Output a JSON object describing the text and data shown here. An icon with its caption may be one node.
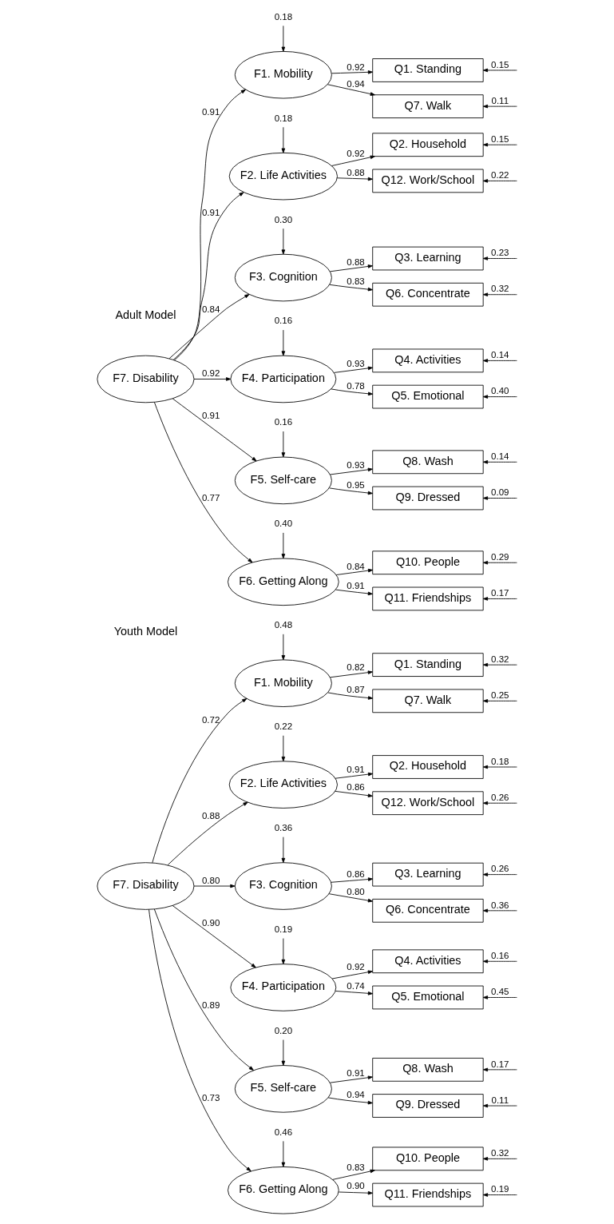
{
  "diagram": {
    "nodes": [
      {
        "text": [
          "F7. Disability"
        ]
      },
      {
        "text": [
          "F1. Mobility"
        ]
      },
      {
        "text": [
          "F2. Life Activities"
        ]
      },
      {
        "text": [
          "F3. Cognition"
        ]
      },
      {
        "text": [
          "F4. Participation"
        ]
      },
      {
        "text": [
          "F5. Self-care"
        ]
      },
      {
        "text": [
          "F6. Getting Along"
        ]
      },
      {
        "text": [
          "Q1. Standing"
        ]
      },
      {
        "text": [
          "Q7. Walk"
        ]
      },
      {
        "text": [
          "Q2. Household"
        ]
      },
      {
        "text": [
          "Q12. Work/School"
        ]
      },
      {
        "text": [
          "Q3. Learning"
        ]
      },
      {
        "text": [
          "Q6. Concentrate"
        ]
      },
      {
        "text": [
          "Q4. Activities"
        ]
      },
      {
        "text": [
          "Q5. Emotional"
        ]
      },
      {
        "text": [
          "Q8. Wash"
        ]
      },
      {
        "text": [
          "Q9. Dressed"
        ]
      },
      {
        "text": [
          "Q10. People"
        ]
      },
      {
        "text": [
          "Q11. Friendships"
        ]
      },
      {
        "text": [
          "F7. Disability"
        ]
      },
      {
        "text": [
          "F1. Mobility"
        ]
      },
      {
        "text": [
          "F2. Life Activities"
        ]
      },
      {
        "text": [
          "F3. Cognition"
        ]
      },
      {
        "text": [
          "F4. Participation"
        ]
      },
      {
        "text": [
          "F5. Self-care"
        ]
      },
      {
        "text": [
          "F6. Getting Along"
        ]
      },
      {
        "text": [
          "Q1. Standing"
        ]
      },
      {
        "text": [
          "Q7. Walk"
        ]
      },
      {
        "text": [
          "Q2. Household"
        ]
      },
      {
        "text": [
          "Q12. Work/School"
        ]
      },
      {
        "text": [
          "Q3. Learning"
        ]
      },
      {
        "text": [
          "Q6. Concentrate"
        ]
      },
      {
        "text": [
          "Q4. Activities"
        ]
      },
      {
        "text": [
          "Q5. Emotional"
        ]
      },
      {
        "text": [
          "Q8. Wash"
        ]
      },
      {
        "text": [
          "Q9. Dressed"
        ]
      },
      {
        "text": [
          "Q10. People"
        ]
      },
      {
        "text": [
          "Q11. Friendships"
        ]
      }
    ],
    "edges": [
      {
        "from": 0,
        "to": 1,
        "arrow": "to",
        "label": "0.91"
      },
      {
        "from": 0,
        "to": 2,
        "arrow": "to",
        "label": "0.91"
      },
      {
        "from": 0,
        "to": 3,
        "arrow": "to",
        "label": "0.84"
      },
      {
        "from": 0,
        "to": 4,
        "arrow": "to",
        "label": "0.92"
      },
      {
        "from": 0,
        "to": 5,
        "arrow": "to",
        "label": "0.91"
      },
      {
        "from": 0,
        "to": 6,
        "arrow": "to",
        "label": "0.77"
      },
      {
        "from": null,
        "to": 1,
        "arrow": "to",
        "label": "0.18"
      },
      {
        "from": null,
        "to": 2,
        "arrow": "to",
        "label": "0.18"
      },
      {
        "from": null,
        "to": 3,
        "arrow": "to",
        "label": "0.30"
      },
      {
        "from": null,
        "to": 4,
        "arrow": "to",
        "label": "0.16"
      },
      {
        "from": null,
        "to": 5,
        "arrow": "to",
        "label": "0.16"
      },
      {
        "from": null,
        "to": 6,
        "arrow": "to",
        "label": "0.40"
      },
      {
        "from": 1,
        "to": 7,
        "arrow": "to",
        "label": "0.92"
      },
      {
        "from": 1,
        "to": 8,
        "arrow": "to",
        "label": "0.94"
      },
      {
        "from": 2,
        "to": 9,
        "arrow": "to",
        "label": "0.92"
      },
      {
        "from": 2,
        "to": 10,
        "arrow": "to",
        "label": "0.88"
      },
      {
        "from": 3,
        "to": 11,
        "arrow": "to",
        "label": "0.88"
      },
      {
        "from": 3,
        "to": 12,
        "arrow": "to",
        "label": "0.83"
      },
      {
        "from": 4,
        "to": 13,
        "arrow": "to",
        "label": "0.93"
      },
      {
        "from": 4,
        "to": 14,
        "arrow": "to",
        "label": "0.78"
      },
      {
        "from": 5,
        "to": 15,
        "arrow": "to",
        "label": "0.93"
      },
      {
        "from": 5,
        "to": 16,
        "arrow": "to",
        "label": "0.95"
      },
      {
        "from": 6,
        "to": 17,
        "arrow": "to",
        "label": "0.84"
      },
      {
        "from": 6,
        "to": 18,
        "arrow": "to",
        "label": "0.91"
      },
      {
        "from": null,
        "to": 7,
        "arrow": "to",
        "label": "0.15"
      },
      {
        "from": null,
        "to": 8,
        "arrow": "to",
        "label": "0.11"
      },
      {
        "from": null,
        "to": 9,
        "arrow": "to",
        "label": "0.15"
      },
      {
        "from": null,
        "to": 10,
        "arrow": "to",
        "label": "0.22"
      },
      {
        "from": null,
        "to": 11,
        "arrow": "to",
        "label": "0.23"
      },
      {
        "from": null,
        "to": 12,
        "arrow": "to",
        "label": "0.32"
      },
      {
        "from": null,
        "to": 13,
        "arrow": "to",
        "label": "0.14"
      },
      {
        "from": null,
        "to": 14,
        "arrow": "to",
        "label": "0.40"
      },
      {
        "from": null,
        "to": 15,
        "arrow": "to",
        "label": "0.14"
      },
      {
        "from": null,
        "to": 16,
        "arrow": "to",
        "label": "0.09"
      },
      {
        "from": null,
        "to": 17,
        "arrow": "to",
        "label": "0.29"
      },
      {
        "from": null,
        "to": 18,
        "arrow": "to",
        "label": "0.17"
      },
      {
        "from": 19,
        "to": 20,
        "arrow": "to",
        "label": "0.72"
      },
      {
        "from": 19,
        "to": 21,
        "arrow": "to",
        "label": "0.88"
      },
      {
        "from": 19,
        "to": 22,
        "arrow": "to",
        "label": "0.80"
      },
      {
        "from": 19,
        "to": 23,
        "arrow": "to",
        "label": "0.90"
      },
      {
        "from": 19,
        "to": 24,
        "arrow": "to",
        "label": "0.89"
      },
      {
        "from": 19,
        "to": 25,
        "arrow": "to",
        "label": "0.73"
      },
      {
        "from": null,
        "to": 20,
        "arrow": "to",
        "label": "0.48"
      },
      {
        "from": null,
        "to": 21,
        "arrow": "to",
        "label": "0.22"
      },
      {
        "from": null,
        "to": 22,
        "arrow": "to",
        "label": "0.36"
      },
      {
        "from": null,
        "to": 23,
        "arrow": "to",
        "label": "0.19"
      },
      {
        "from": null,
        "to": 24,
        "arrow": "to",
        "label": "0.20"
      },
      {
        "from": null,
        "to": 25,
        "arrow": "to",
        "label": "0.46"
      },
      {
        "from": 20,
        "to": 26,
        "arrow": "to",
        "label": "0.82"
      },
      {
        "from": 20,
        "to": 27,
        "arrow": "to",
        "label": "0.87"
      },
      {
        "from": 21,
        "to": 28,
        "arrow": "to",
        "label": "0.91"
      },
      {
        "from": 21,
        "to": 29,
        "arrow": "to",
        "label": "0.86"
      },
      {
        "from": 22,
        "to": 30,
        "arrow": "to",
        "label": "0.86"
      },
      {
        "from": 22,
        "to": 31,
        "arrow": "to",
        "label": "0.80"
      },
      {
        "from": 23,
        "to": 32,
        "arrow": "to",
        "label": "0.92"
      },
      {
        "from": 23,
        "to": 33,
        "arrow": "to",
        "label": "0.74"
      },
      {
        "from": 24,
        "to": 34,
        "arrow": "to",
        "label": "0.91"
      },
      {
        "from": 24,
        "to": 35,
        "arrow": "to",
        "label": "0.94"
      },
      {
        "from": 25,
        "to": 36,
        "arrow": "to",
        "label": "0.83"
      },
      {
        "from": 25,
        "to": 37,
        "arrow": "to",
        "label": "0.90"
      },
      {
        "from": null,
        "to": 26,
        "arrow": "to",
        "label": "0.32"
      },
      {
        "from": null,
        "to": 27,
        "arrow": "to",
        "label": "0.25"
      },
      {
        "from": null,
        "to": 28,
        "arrow": "to",
        "label": "0.18"
      },
      {
        "from": null,
        "to": 29,
        "arrow": "to",
        "label": "0.26"
      },
      {
        "from": null,
        "to": 30,
        "arrow": "to",
        "label": "0.26"
      },
      {
        "from": null,
        "to": 31,
        "arrow": "to",
        "label": "0.36"
      },
      {
        "from": null,
        "to": 32,
        "arrow": "to",
        "label": "0.16"
      },
      {
        "from": null,
        "to": 33,
        "arrow": "to",
        "label": "0.45"
      },
      {
        "from": null,
        "to": 34,
        "arrow": "to",
        "label": "0.17"
      },
      {
        "from": null,
        "to": 35,
        "arrow": "to",
        "label": "0.11"
      },
      {
        "from": null,
        "to": 36,
        "arrow": "to",
        "label": "0.32"
      },
      {
        "from": null,
        "to": 37,
        "arrow": "to",
        "label": "0.19"
      }
    ],
    "labels": [
      "Adult Model",
      "Youth Model"
    ]
  }
}
